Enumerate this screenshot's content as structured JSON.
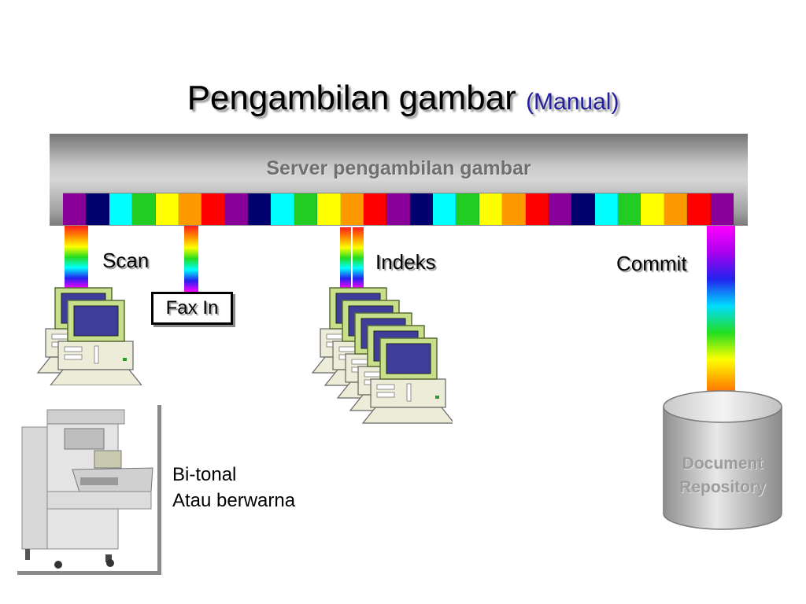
{
  "title": {
    "main": "Pengambilan gambar",
    "sub": "(Manual)"
  },
  "server": {
    "label": "Server pengambilan gambar"
  },
  "bus_colors": [
    "#880099",
    "#00006e",
    "#00ffff",
    "#22cc22",
    "#ffff00",
    "#ff9900",
    "#ff0000",
    "#880099",
    "#00006e",
    "#00ffff",
    "#22cc22",
    "#ffff00",
    "#ff9900",
    "#ff0000",
    "#880099",
    "#00006e",
    "#00ffff",
    "#22cc22",
    "#ffff00",
    "#ff9900",
    "#ff0000",
    "#880099",
    "#00006e",
    "#00ffff",
    "#22cc22",
    "#ffff00",
    "#ff9900",
    "#ff0000",
    "#880099"
  ],
  "labels": {
    "scan": "Scan",
    "fax": "Fax In",
    "indeks": "Indeks",
    "commit": "Commit",
    "output_line1": "Bi-tonal",
    "output_line2": "Atau berwarna"
  },
  "repository": {
    "line1": "Document",
    "line2": "Repository"
  },
  "icons": [
    "computer-icon",
    "scanner-icon",
    "database-icon"
  ]
}
